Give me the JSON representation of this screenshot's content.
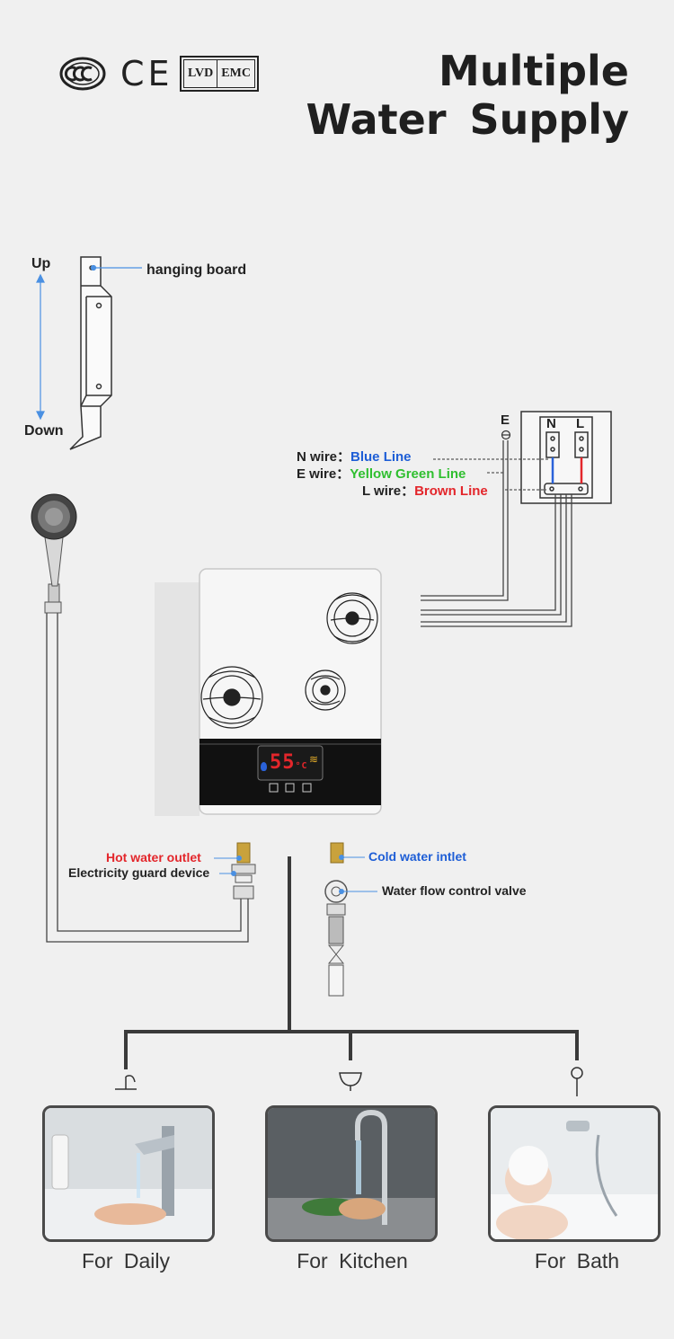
{
  "title": {
    "line1": "Multiple",
    "line2": "Water  Supply"
  },
  "certifications": {
    "ccc": "CCC",
    "ce": "CE",
    "lvd": "LVD",
    "emc": "EMC"
  },
  "bracket": {
    "up": "Up",
    "down": "Down",
    "hanging_board": "hanging board"
  },
  "wiring": {
    "earth_label": "E",
    "n_label": "N",
    "l_label": "L",
    "n_wire": "N wire：",
    "n_wire_color": "Blue Line",
    "e_wire": "E wire：",
    "e_wire_color": "Yellow Green Line",
    "l_wire": "L wire：",
    "l_wire_color": "Brown Line"
  },
  "heater": {
    "display_temp": "55",
    "display_unit": "°C"
  },
  "connections": {
    "hot_outlet": "Hot water outlet",
    "guard_device": "Electricity guard device",
    "cold_inlet": "Cold water intlet",
    "flow_valve": "Water flow control valve"
  },
  "uses": [
    {
      "label": "For  Daily"
    },
    {
      "label": "For  Kitchen"
    },
    {
      "label": "For  Bath"
    }
  ],
  "colors": {
    "blue": "#1e5ed6",
    "green": "#2fbf2f",
    "red": "#e3262b",
    "background": "#f0f0f0"
  }
}
